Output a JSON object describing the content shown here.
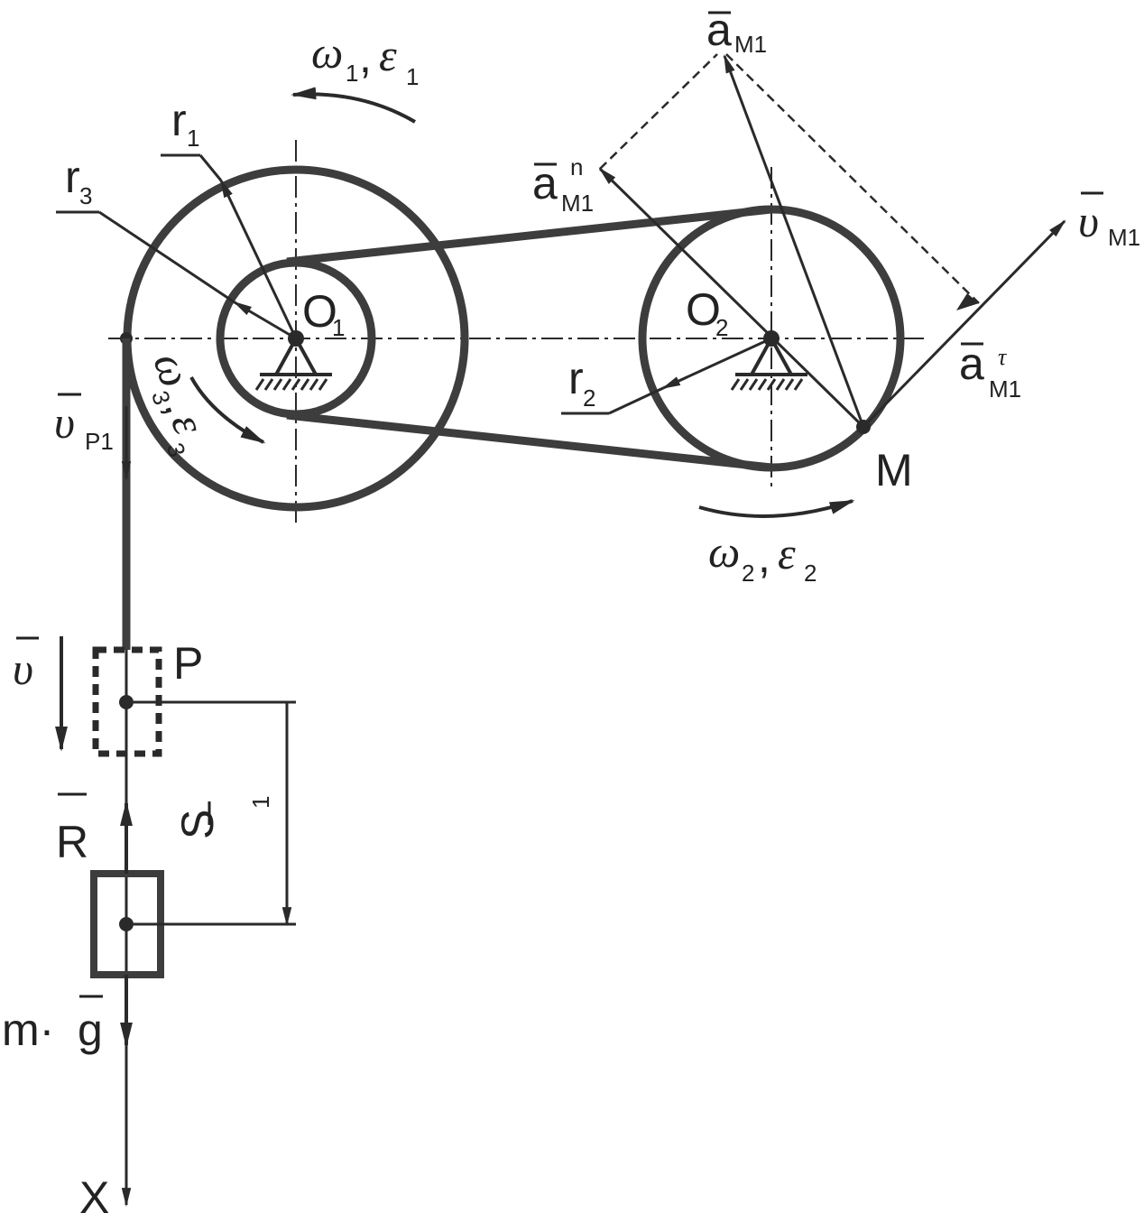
{
  "labels": {
    "omega1": "ω",
    "omega1_sub": "1",
    "eps1": "ε",
    "eps1_sub": "1",
    "omega2": "ω",
    "omega2_sub": "2",
    "eps2": "ε",
    "eps2_sub": "2",
    "omega3": "ω",
    "omega3_sub": "3",
    "eps3": "ε",
    "eps3_sub": "3",
    "r1": "r",
    "r1_sub": "1",
    "r2": "r",
    "r2_sub": "2",
    "r3": "r",
    "r3_sub": "3",
    "o1": "O",
    "o1_sub": "1",
    "o2": "O",
    "o2_sub": "2",
    "a_m1": "a",
    "a_m1_sub": "M1",
    "a_m1_n": "a",
    "a_m1_n_sup": "n",
    "a_m1_n_sub": "M1",
    "a_m1_tau": "a",
    "a_m1_tau_sup": "τ",
    "a_m1_tau_sub": "M1",
    "v_m1": "υ",
    "v_m1_sub": "M1",
    "v_p1": "υ",
    "v_p1_sub": "P1",
    "v": "υ",
    "M": "M",
    "P": "P",
    "R": "R",
    "S1": "S",
    "S1_sub": "1",
    "mg_m": "m·",
    "mg_g": "g",
    "X": "X",
    "comma": ","
  }
}
